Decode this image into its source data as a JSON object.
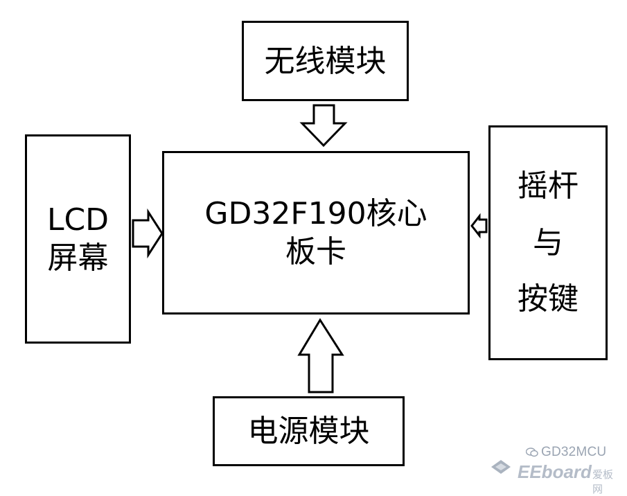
{
  "blocks": {
    "wireless": "无线模块",
    "core_line1": "GD32F190核心",
    "core_line2": "板卡",
    "lcd_line1": "LCD",
    "lcd_line2": "屏幕",
    "joystick_line1": "摇杆",
    "joystick_line2": "与",
    "joystick_line3": "按键",
    "power": "电源模块"
  },
  "arrows": [
    {
      "from": "无线模块",
      "to": "GD32F190核心板卡"
    },
    {
      "from": "LCD屏幕",
      "to": "GD32F190核心板卡"
    },
    {
      "from": "摇杆与按键",
      "to": "GD32F190核心板卡"
    },
    {
      "from": "电源模块",
      "to": "GD32F190核心板卡"
    }
  ],
  "watermark": {
    "account": "GD32MCU",
    "brand": "EEboard",
    "brand_cn": "爱板网"
  },
  "colors": {
    "line": "#000000",
    "background": "#ffffff",
    "watermark": "#9aa4b2"
  }
}
